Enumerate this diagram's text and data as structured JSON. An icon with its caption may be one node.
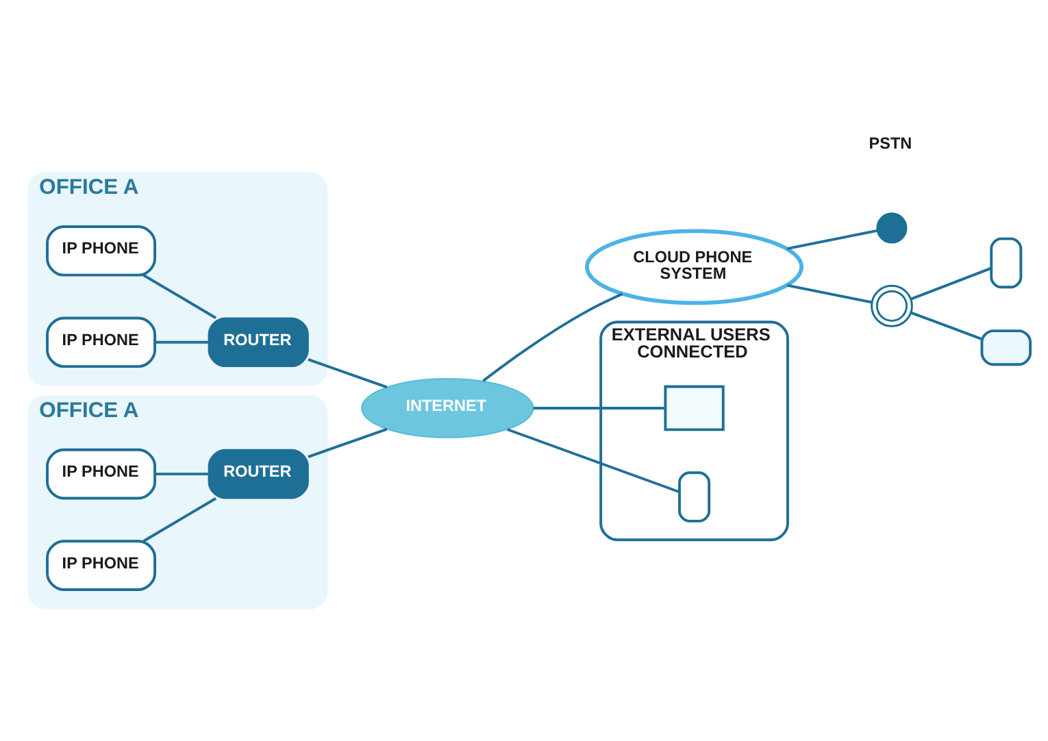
{
  "diagram": {
    "nodes": [
      {
        "text": [
          "OFFICE A"
        ]
      },
      {
        "text": [
          "IP PHONE"
        ],
        "in": 0
      },
      {
        "text": [
          "IP PHONE"
        ],
        "in": 0
      },
      {
        "text": [
          "ROUTER"
        ],
        "in": 0
      },
      {
        "text": [
          "CLOUD PHONE SYSTEM"
        ]
      },
      {
        "text": [
          "OFFICE A"
        ]
      },
      {
        "text": [
          "IP PHONE"
        ],
        "in": 5
      },
      {
        "text": [
          "IP PHONE"
        ],
        "in": 5
      },
      {
        "text": [
          "ROUTER"
        ],
        "in": 5
      },
      {
        "text": [
          "INTERNET"
        ]
      },
      {
        "text": [],
        "shape": "circle"
      },
      {
        "text": [],
        "shape": "circle"
      },
      {
        "text": [],
        "shape": "box"
      },
      {
        "text": [],
        "shape": "box"
      },
      {
        "text": [
          "EXTERNAL USERS CONNECTED"
        ]
      },
      {
        "text": [],
        "shape": "box",
        "in": 14
      },
      {
        "text": [],
        "shape": "box",
        "in": 14
      }
    ],
    "edges": [
      {
        "from": 1,
        "to": 3,
        "arrow": "none"
      },
      {
        "from": 2,
        "to": 3,
        "arrow": "none"
      },
      {
        "from": 3,
        "to": 9,
        "arrow": "none"
      },
      {
        "from": 6,
        "to": 8,
        "arrow": "none"
      },
      {
        "from": 7,
        "to": 8,
        "arrow": "none"
      },
      {
        "from": 8,
        "to": 9,
        "arrow": "none"
      },
      {
        "from": 9,
        "to": 4,
        "arrow": "none"
      },
      {
        "from": 4,
        "to": 10,
        "arrow": "none"
      },
      {
        "from": 4,
        "to": 11,
        "arrow": "none"
      },
      {
        "from": 11,
        "to": 12,
        "arrow": "none"
      },
      {
        "from": 11,
        "to": 13,
        "arrow": "none"
      },
      {
        "from": 9,
        "to": 15,
        "arrow": "none"
      },
      {
        "from": 9,
        "to": 16,
        "arrow": "none"
      }
    ],
    "labels": [
      "PSTN"
    ]
  }
}
